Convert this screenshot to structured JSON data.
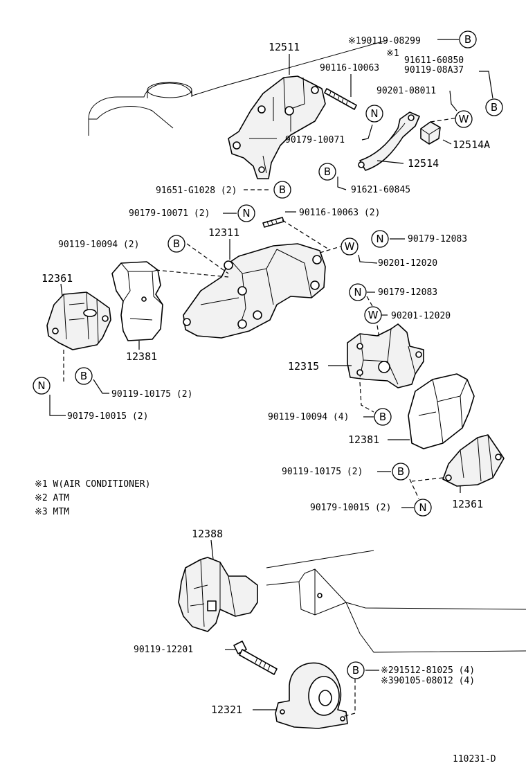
{
  "labels": {
    "p12511": "12511",
    "p12514a": "12514A",
    "p12514": "12514",
    "p12311": "12311",
    "p12361a": "12361",
    "p12381a": "12381",
    "p12315": "12315",
    "p12381b": "12381",
    "p12361b": "12361",
    "p12388": "12388",
    "p12321": "12321",
    "b190119": "※190119-08299",
    "n1": "※1",
    "b91611": "91611-60850",
    "b90119_08a37": "90119-08A37",
    "b90116_10063": "90116-10063",
    "b90201_08011": "90201-08011",
    "b90179_10071": "90179-10071",
    "b91621": "91621-60845",
    "b91651": "91651-G1028 (2)",
    "b90179_10071_2": "90179-10071 (2)",
    "b90116_10063_2": "90116-10063 (2)",
    "b90119_10094_2": "90119-10094 (2)",
    "b90179_12083a": "90179-12083",
    "b90201_12020a": "90201-12020",
    "b90179_12083b": "90179-12083",
    "b90201_12020b": "90201-12020",
    "b90119_10175a": "90119-10175 (2)",
    "b90179_10015a": "90179-10015 (2)",
    "b90119_10094_4": "90119-10094 (4)",
    "b90119_10175b": "90119-10175 (2)",
    "b90179_10015b": "90179-10015 (2)",
    "b90119_12201": "90119-12201",
    "b291512": "※291512-81025 (4)",
    "b390105": "※390105-08012 (4)",
    "legend1": "※1  W(AIR CONDITIONER)",
    "legend2": "※2  ATM",
    "legend3": "※3  MTM",
    "ref": "110231-D"
  },
  "symbols": {
    "b": "B",
    "n": "N",
    "w": "W"
  }
}
